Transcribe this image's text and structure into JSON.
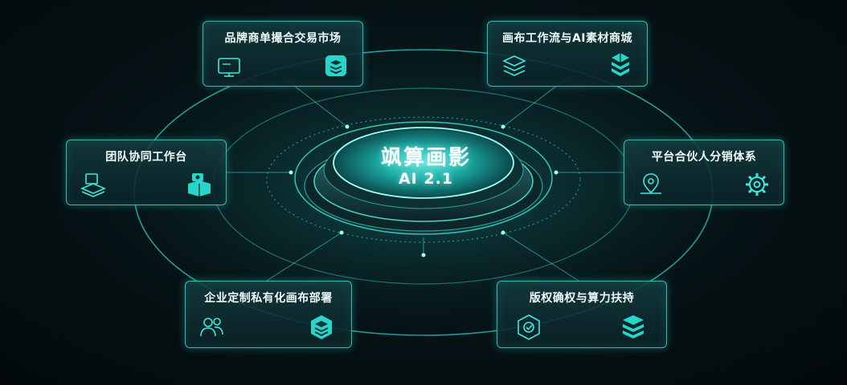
{
  "hub": {
    "title": "飒算画影",
    "version": "AI 2.1"
  },
  "modules": [
    {
      "id": "brand-market",
      "label": "品牌商单撮合交易市场",
      "icons": [
        "monitor-icon",
        "layers-badge-icon"
      ]
    },
    {
      "id": "canvas-workflow",
      "label": "画布工作流与AI素材商城",
      "icons": [
        "stack-layers-icon",
        "cube-stack-icon"
      ]
    },
    {
      "id": "team-collab",
      "label": "团队协同工作台",
      "icons": [
        "isometric-desk-icon",
        "team-box-icon"
      ]
    },
    {
      "id": "partner-distribution",
      "label": "平台合伙人分销体系",
      "icons": [
        "location-pin-icon",
        "gear-icon"
      ]
    },
    {
      "id": "enterprise-deploy",
      "label": "企业定制私有化画布部署",
      "icons": [
        "users-icon",
        "hex-layers-icon"
      ]
    },
    {
      "id": "copyright-compute",
      "label": "版权确权与算力扶持",
      "icons": [
        "certificate-icon",
        "stack-layers-filled-icon"
      ]
    }
  ],
  "colors": {
    "accent": "#3fe8dc",
    "glow": "#29d9cf",
    "background": "#061417",
    "card_border": "#46e6dc",
    "text": "#f2fbfb"
  }
}
